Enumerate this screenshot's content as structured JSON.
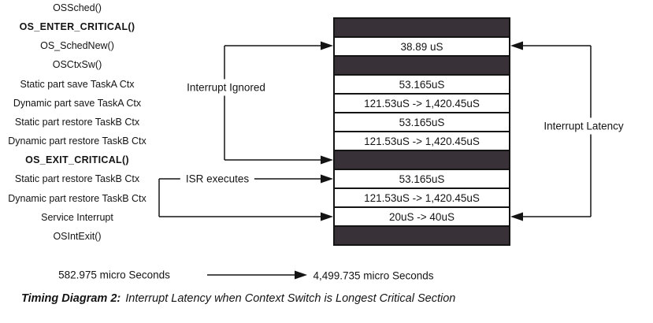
{
  "diagram": {
    "left_labels": [
      {
        "text": "OSSched()"
      },
      {
        "text": "OS_ENTER_CRITICAL()"
      },
      {
        "text": "OS_SchedNew()"
      },
      {
        "text": "OSCtxSw()"
      },
      {
        "text": "Static part save TaskA Ctx"
      },
      {
        "text": "Dynamic part save TaskA Ctx"
      },
      {
        "text": "Static part restore TaskB Ctx"
      },
      {
        "text": "Dynamic part restore TaskB Ctx"
      },
      {
        "text": "OS_EXIT_CRITICAL()"
      },
      {
        "text": "Static part restore TaskB Ctx"
      },
      {
        "text": "Dynamic part restore TaskB Ctx"
      },
      {
        "text": "Service Interrupt"
      },
      {
        "text": "OSIntExit()"
      }
    ],
    "box_rows": [
      {
        "type": "dark",
        "text": ""
      },
      {
        "type": "value",
        "text": "38.89 uS"
      },
      {
        "type": "dark",
        "text": ""
      },
      {
        "type": "value",
        "text": "53.165uS"
      },
      {
        "type": "value",
        "text": "121.53uS -> 1,420.45uS"
      },
      {
        "type": "value",
        "text": "53.165uS"
      },
      {
        "type": "value",
        "text": "121.53uS -> 1,420.45uS"
      },
      {
        "type": "dark",
        "text": ""
      },
      {
        "type": "value",
        "text": "53.165uS"
      },
      {
        "type": "value",
        "text": "121.53uS -> 1,420.45uS"
      },
      {
        "type": "value",
        "text": "20uS -> 40uS"
      },
      {
        "type": "dark",
        "text": ""
      }
    ],
    "annotations": {
      "interrupt_ignored": "Interrupt Ignored",
      "isr_executes": "ISR executes",
      "interrupt_latency": "Interrupt Latency"
    },
    "timeline": {
      "start": "582.975 micro Seconds",
      "end": "4,499.735 micro Seconds"
    },
    "caption": {
      "title": "Timing Diagram 2:",
      "text": "Interrupt Latency when Context Switch is Longest Critical Section"
    },
    "colors": {
      "dark_bar": "#383238",
      "line": "#141414",
      "background": "#ffffff"
    }
  }
}
